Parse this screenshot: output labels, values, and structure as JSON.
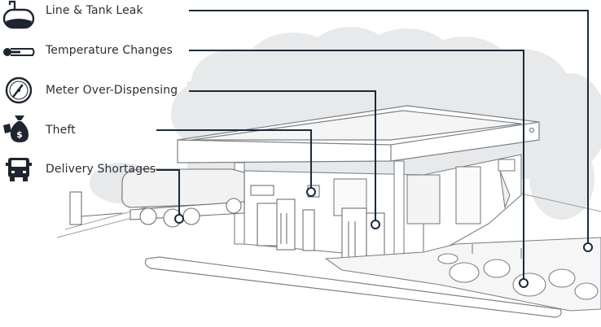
{
  "legend": {
    "items": [
      {
        "label": "Line & Tank Leak",
        "icon": "tank-icon"
      },
      {
        "label": "Temperature Changes",
        "icon": "thermometer-icon"
      },
      {
        "label": "Meter Over-Dispensing",
        "icon": "gauge-icon"
      },
      {
        "label": "Theft",
        "icon": "money-bag-icon"
      },
      {
        "label": "Delivery Shortages",
        "icon": "truck-icon"
      }
    ]
  },
  "colors": {
    "leader_line": "#1b2a3a",
    "icon": "#1e2530",
    "trees": "#e6e7e8",
    "outline": "#8a8f95",
    "text": "#2a2f36"
  }
}
